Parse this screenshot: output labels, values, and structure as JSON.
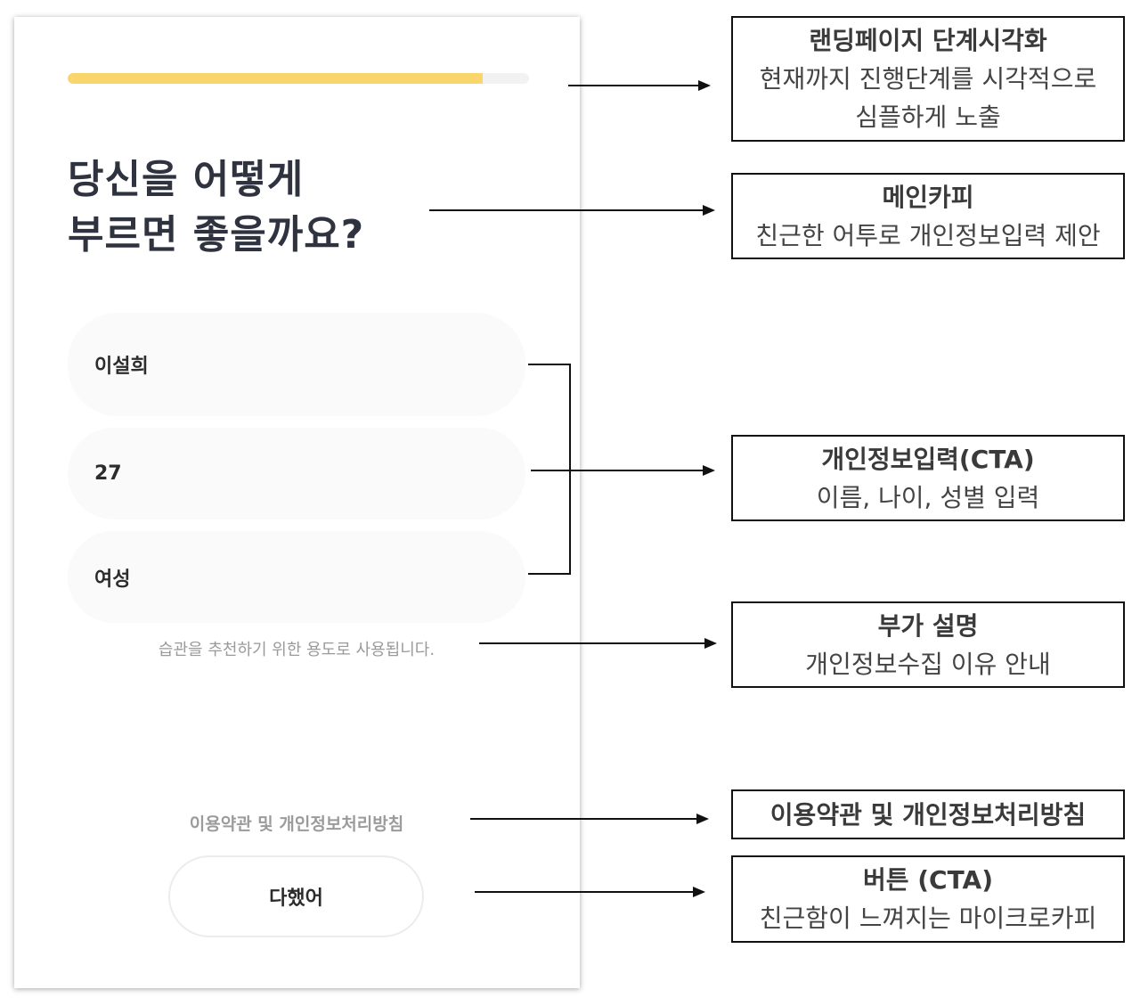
{
  "screen": {
    "progress": 0.9,
    "headline_line1": "당신을 어떻게",
    "headline_line2": "부르면 좋을까요?",
    "fields": {
      "name": "이설희",
      "age": "27",
      "gender": "여성"
    },
    "notice": "습관을 추천하기 위한 용도로 사용됩니다.",
    "terms": "이용약관 및 개인정보처리방침",
    "done_button": "다했어"
  },
  "annotations": [
    {
      "title": "랜딩페이지 단계시각화",
      "body": "현재까지 진행단계를 시각적으로",
      "body2": "심플하게 노출"
    },
    {
      "title": "메인카피",
      "body": "친근한 어투로 개인정보입력 제안"
    },
    {
      "title": "개인정보입력(CTA)",
      "body": "이름, 나이, 성별 입력"
    },
    {
      "title": "부가 설명",
      "body": "개인정보수집 이유 안내"
    },
    {
      "title": "이용약관 및 개인정보처리방침"
    },
    {
      "title": "버튼 (CTA)",
      "body": "친근함이 느껴지는 마이크로카피"
    }
  ],
  "colors": {
    "progress_fill": "#f8d66b",
    "progress_track": "#f2f2f2",
    "headline": "#2f3340",
    "field_bg": "#fafafa"
  }
}
